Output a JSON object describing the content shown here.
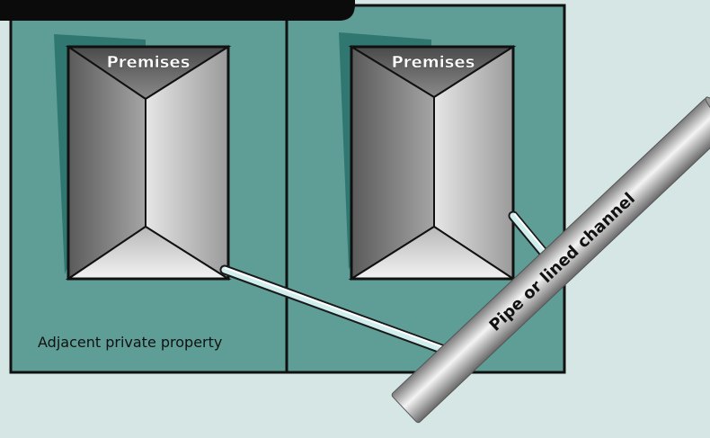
{
  "colors": {
    "background": "#d6e6e5",
    "property": "#5f9e97",
    "outline": "#111111",
    "shadow": "#347d76"
  },
  "premises": [
    {
      "label": "Premises"
    },
    {
      "label": "Premises"
    }
  ],
  "property_label": "Adjacent private property",
  "pipe_label": "Pipe or lined channel"
}
